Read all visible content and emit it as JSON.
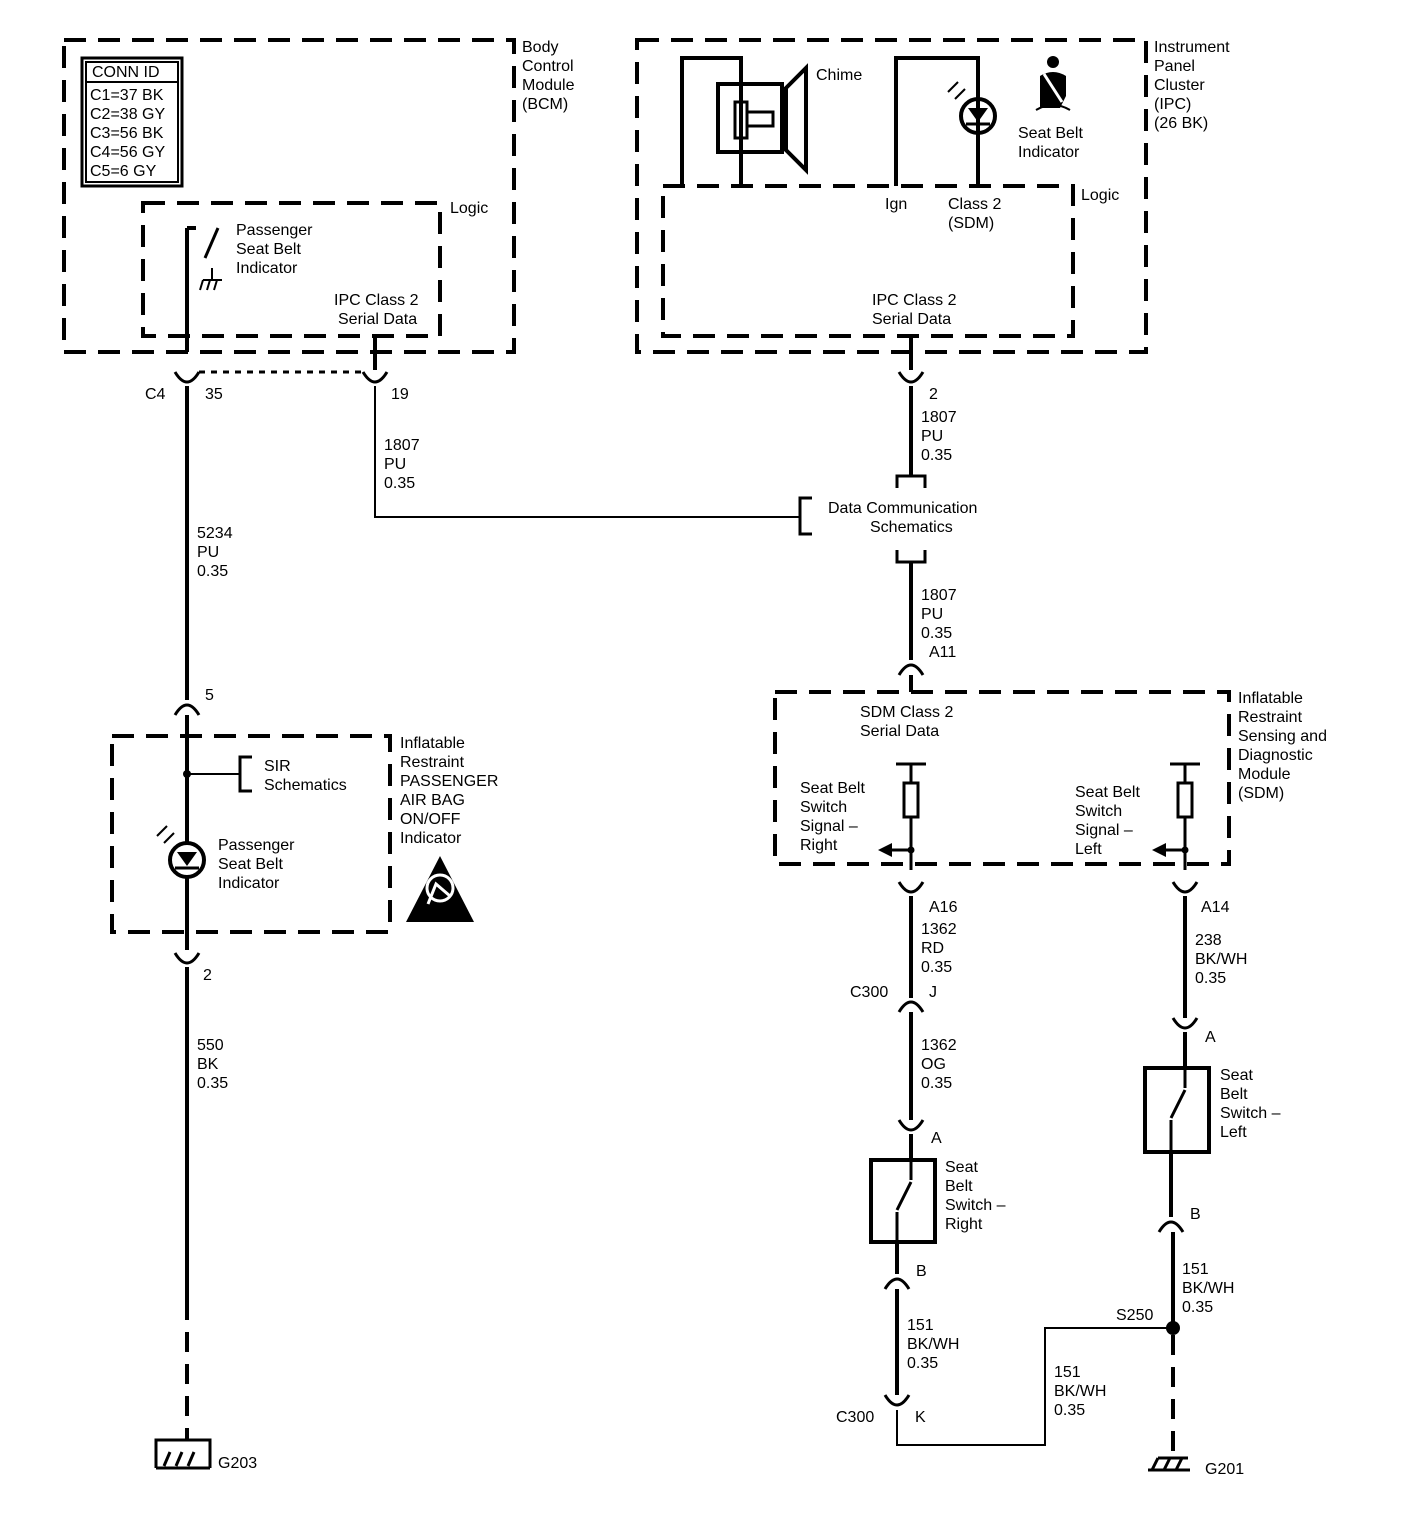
{
  "bcm": {
    "title": [
      "Body",
      "Control",
      "Module",
      "(BCM)"
    ],
    "conn_header": "CONN ID",
    "conn": [
      "C1=37 BK",
      "C2=38 GY",
      "C3=56 BK",
      "C4=56 GY",
      "C5=6 GY"
    ],
    "logic": "Logic",
    "pass_ind": [
      "Passenger",
      "Seat Belt",
      "Indicator"
    ],
    "serial": [
      "IPC Class 2",
      "Serial Data"
    ],
    "c4": "C4",
    "pin35": "35",
    "pin19": "19"
  },
  "ipc": {
    "title": [
      "Instrument",
      "Panel",
      "Cluster",
      "(IPC)",
      "(26 BK)"
    ],
    "chime": "Chime",
    "seat_ind": [
      "Seat Belt",
      "Indicator"
    ],
    "logic": "Logic",
    "ign": "Ign",
    "class2": [
      "Class 2",
      "(SDM)"
    ],
    "serial": [
      "IPC Class 2",
      "Serial Data"
    ],
    "pin2": "2"
  },
  "wires": {
    "w1807_bcm": [
      "1807",
      "PU",
      "0.35"
    ],
    "w1807_ipc": [
      "1807",
      "PU",
      "0.35"
    ],
    "w1807_sdm": [
      "1807",
      "PU",
      "0.35"
    ],
    "w5234": [
      "5234",
      "PU",
      "0.35"
    ],
    "w550": [
      "550",
      "BK",
      "0.35"
    ],
    "w1362_rd": [
      "1362",
      "RD",
      "0.35"
    ],
    "w1362_og": [
      "1362",
      "OG",
      "0.35"
    ],
    "w238": [
      "238",
      "BK/WH",
      "0.35"
    ],
    "w151_left": [
      "151",
      "BK/WH",
      "0.35"
    ],
    "w151_mid": [
      "151",
      "BK/WH",
      "0.35"
    ],
    "w151_right": [
      "151",
      "BK/WH",
      "0.35"
    ]
  },
  "data_comm": [
    "Data Communication",
    "Schematics"
  ],
  "passenger_module": {
    "pin5": "5",
    "pin2": "2",
    "sir": [
      "SIR",
      "Schematics"
    ],
    "indicator": [
      "Passenger",
      "Seat Belt",
      "Indicator"
    ],
    "title": [
      "Inflatable",
      "Restraint",
      "PASSENGER",
      "AIR BAG",
      "ON/OFF",
      "Indicator"
    ]
  },
  "sdm": {
    "pin_a11": "A11",
    "serial": [
      "SDM Class 2",
      "Serial Data"
    ],
    "title": [
      "Inflatable",
      "Restraint",
      "Sensing and",
      "Diagnostic",
      "Module",
      "(SDM)"
    ],
    "sig_right": [
      "Seat Belt",
      "Switch",
      "Signal –",
      "Right"
    ],
    "sig_left": [
      "Seat Belt",
      "Switch",
      "Signal –",
      "Left"
    ],
    "pin_a16": "A16",
    "pin_a14": "A14"
  },
  "c300": {
    "label_j": "C300",
    "pin_j": "J",
    "label_k": "C300",
    "pin_k": "K"
  },
  "switch_right": {
    "pin_a": "A",
    "pin_b": "B",
    "label": [
      "Seat",
      "Belt",
      "Switch –",
      "Right"
    ]
  },
  "switch_left": {
    "pin_a": "A",
    "pin_b": "B",
    "label": [
      "Seat",
      "Belt",
      "Switch –",
      "Left"
    ]
  },
  "splice": "S250",
  "grounds": {
    "g203": "G203",
    "g201": "G201"
  }
}
